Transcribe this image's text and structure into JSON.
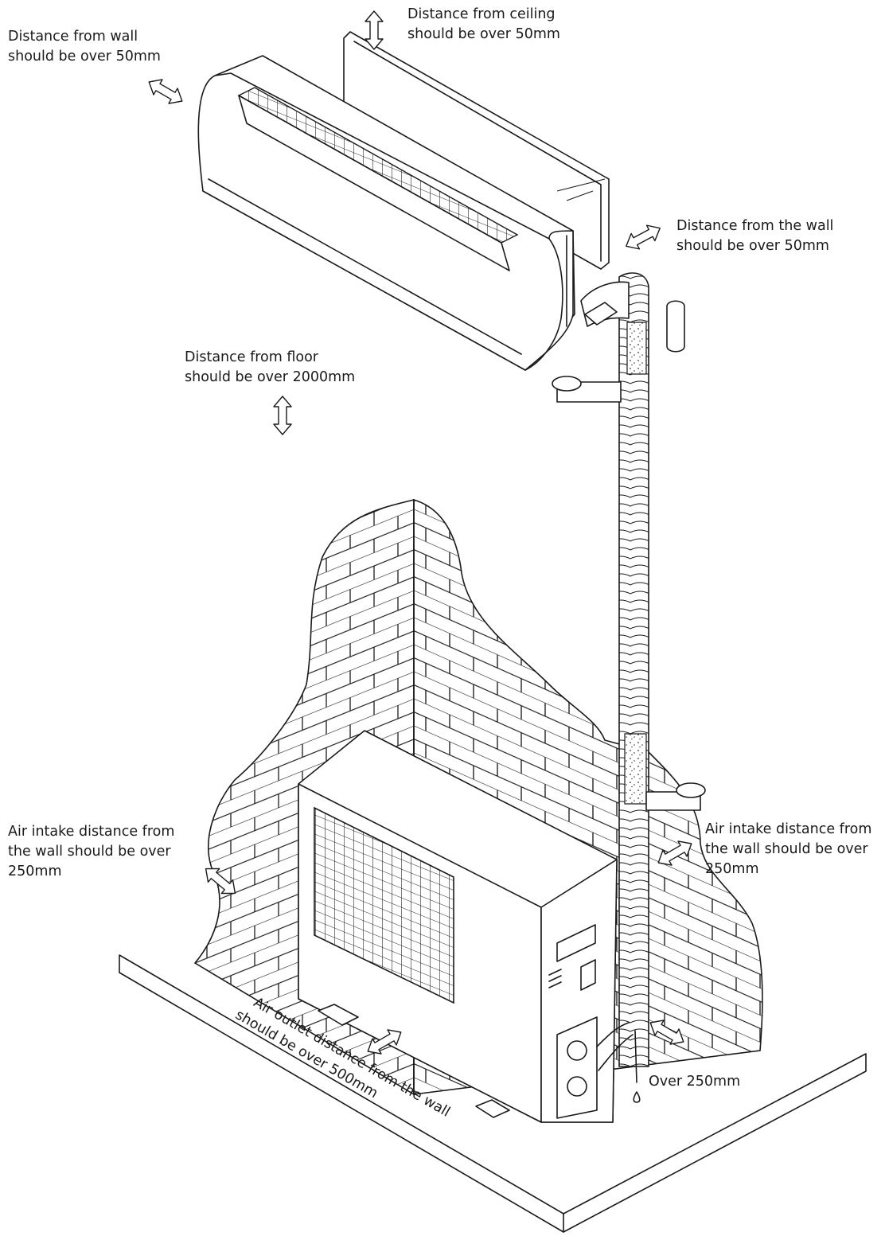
{
  "labels": {
    "wall_left": [
      "Distance from wall",
      "should be over 50mm"
    ],
    "ceiling": [
      "Distance from ceiling",
      "should be over 50mm"
    ],
    "wall_right": [
      "Distance from the wall",
      "should be over 50mm"
    ],
    "floor": [
      "Distance from floor",
      "should be over 2000mm"
    ],
    "intake_left": [
      "Air intake distance from",
      "the wall should be over",
      "250mm"
    ],
    "intake_right": [
      "Air intake distance from",
      "the wall should be over",
      "250mm"
    ],
    "outlet": [
      "Air outlet distance from the wall",
      "should be over 500mm"
    ],
    "pipe_clearance": [
      "Over 250mm"
    ]
  },
  "icons": {
    "clearance_arrow": "double-headed-arrow-icon",
    "indoor_unit": "wall-mounted-indoor-unit-icon",
    "outdoor_unit": "outdoor-condenser-unit-icon",
    "brick_wall": "brick-wall-corner-icon",
    "drain_drop": "water-drop-icon"
  },
  "colors": {
    "line": "#1a1a1a",
    "background": "#ffffff"
  }
}
